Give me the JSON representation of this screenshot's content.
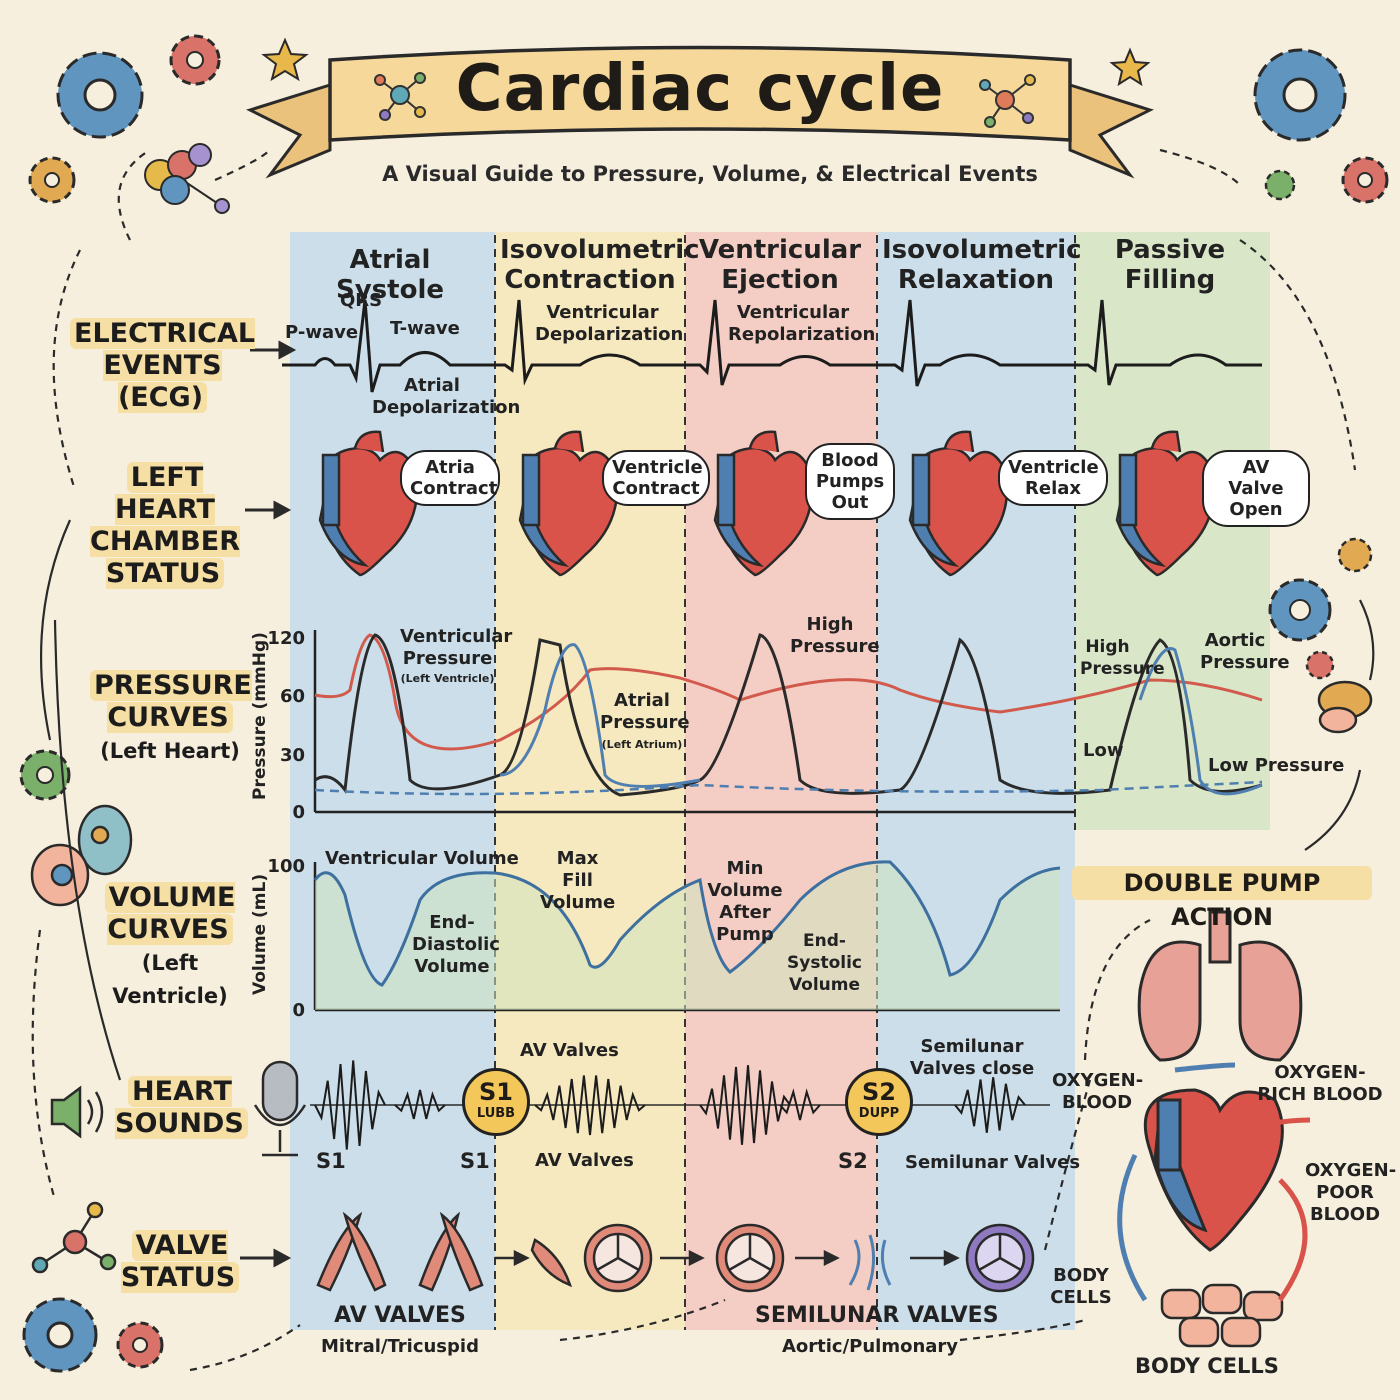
{
  "header": {
    "title": "Cardiac cycle",
    "subtitle": "A Visual Guide to Pressure, Volume, & Electrical Events"
  },
  "phases": [
    {
      "label": "Atrial Systole",
      "color": "#bcd8ec"
    },
    {
      "label": "Isovolumetric Contraction",
      "color": "#f6e6b4"
    },
    {
      "label": "Ventricular Ejection",
      "color": "#f3c3bb"
    },
    {
      "label": "Isovolumetric Relaxation",
      "color": "#bcd8ec"
    },
    {
      "label": "Passive Filling",
      "color": "#cfe4c0"
    }
  ],
  "rows": {
    "ecg": "ELECTRICAL EVENTS (ECG)",
    "chamber": "LEFT HEART CHAMBER STATUS",
    "pressure": "PRESSURE CURVES",
    "pressure_sub": "(Left Heart)",
    "volume": "VOLUME CURVES",
    "volume_sub": "(Left Ventricle)",
    "sounds": "HEART SOUNDS",
    "valves": "VALVE STATUS"
  },
  "ecg_labels": {
    "qrs": "QRS",
    "pwave": "P-wave",
    "twave": "T-wave",
    "atrial_depol": "Atrial Depolarization",
    "vent_depol": "Ventricular Depolarization",
    "vent_repol": "Ventricular Repolarization"
  },
  "chamber_bubbles": [
    "Atria Contract",
    "Ventricle Contract",
    "Blood Pumps Out",
    "Ventricle Relax",
    "AV Valve Open"
  ],
  "pressure_chart": {
    "yaxis_label": "Pressure (mmHg)",
    "ticks": [
      "120",
      "60",
      "30",
      "0"
    ],
    "labels": {
      "vent_pressure": "Ventricular Pressure",
      "vent_pressure_sub": "(Left Ventricle)",
      "atrial_pressure": "Atrial Pressure",
      "atrial_pressure_sub": "(Left Atrium)",
      "high_pressure": "High Pressure",
      "high_pressure_small": "High Pressure",
      "aortic_pressure": "Aortic Pressure",
      "low": "Low",
      "low_pressure": "Low Pressure"
    }
  },
  "volume_chart": {
    "yaxis_label": "Volume (mL)",
    "ticks": [
      "100",
      "0"
    ],
    "labels": {
      "vent_volume": "Ventricular Volume",
      "max_fill": "Max Fill Volume",
      "end_diastolic": "End-Diastolic Volume",
      "min_volume": "Min Volume After Pump",
      "end_systolic": "End-Systolic Volume"
    }
  },
  "sounds": {
    "s1_big": "S1",
    "s1_small": "LUBB",
    "s2_big": "S2",
    "s2_small": "DUPP",
    "s1_a": "S1",
    "s1_b": "S1",
    "s2_c": "S2",
    "av_valves_top": "AV Valves",
    "av_valves_bottom": "AV Valves",
    "semilunar_close": "Semilunar Valves close",
    "semilunar_bottom": "Semilunar Valves"
  },
  "valves": {
    "av_title": "AV VALVES",
    "av_sub": "Mitral/Tricuspid",
    "sl_title": "SEMILUNAR VALVES",
    "sl_sub": "Aortic/Pulmonary"
  },
  "double_pump": {
    "title": "DOUBLE PUMP ACTION",
    "oxygen_blood": "OXYGEN- BLOOD",
    "oxygen_rich": "OXYGEN-RICH BLOOD",
    "oxygen_poor": "OXYGEN- POOR BLOOD",
    "body_cells_side": "BODY CELLS",
    "body_cells_bottom": "BODY CELLS"
  }
}
